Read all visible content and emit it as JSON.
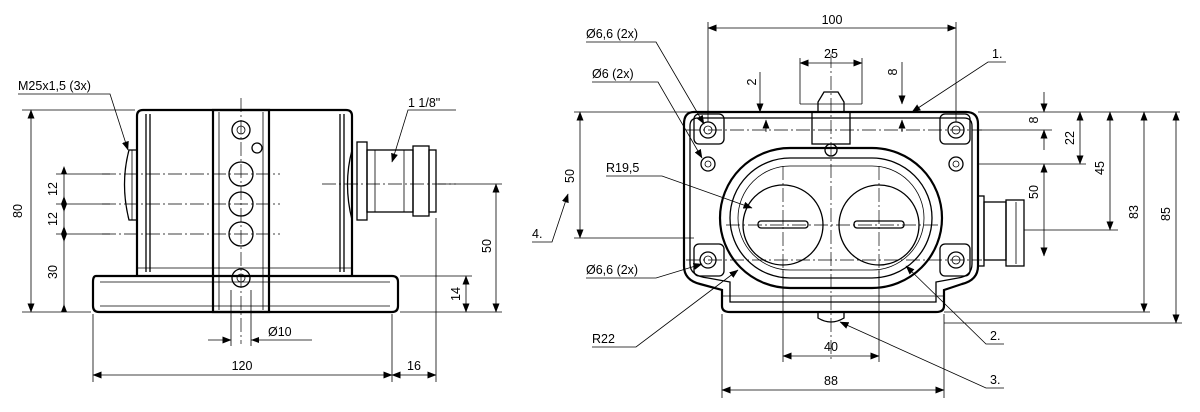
{
  "left_view": {
    "thread_label": "M25x1,5 (3x)",
    "pipe_label": "1 1/8\"",
    "dim_height_total": "80",
    "dim_12_top": "12",
    "dim_12_bottom": "12",
    "dim_30": "30",
    "dim_14": "14",
    "dim_50": "50",
    "dim_hole": "Ø10",
    "dim_width": "120",
    "dim_16": "16"
  },
  "right_view": {
    "dim_100": "100",
    "dim_25": "25",
    "dim_2": "2",
    "dim_8_top": "8",
    "dim_8_right": "8",
    "dim_22": "22",
    "dim_45": "45",
    "dim_50_right": "50",
    "dim_83": "83",
    "dim_85": "85",
    "dim_50_left": "50",
    "hole_top": "Ø6,6 (2x)",
    "hole_mid": "Ø6 (2x)",
    "hole_bottom": "Ø6,6 (2x)",
    "radius_19": "R19,5",
    "radius_22": "R22",
    "dim_40": "40",
    "dim_88": "88",
    "callout_1": "1.",
    "callout_2": "2.",
    "callout_3": "3.",
    "callout_4": "4."
  }
}
